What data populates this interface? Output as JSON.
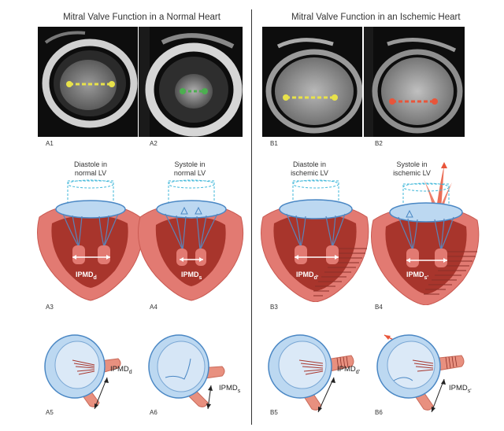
{
  "left": {
    "title": "Mitral Valve Function in a Normal Heart",
    "mri": [
      {
        "label": "A1",
        "marker_color": "#e8e24a"
      },
      {
        "label": "A2",
        "marker_color": "#4caf50"
      }
    ],
    "hearts": [
      {
        "label": "A3",
        "caption_line1": "Diastole in",
        "caption_line2": "normal LV",
        "ipmd_main": "IPMD",
        "ipmd_sub": "d"
      },
      {
        "label": "A4",
        "caption_line1": "Systole in",
        "caption_line2": "normal LV",
        "ipmd_main": "IPMD",
        "ipmd_sub": "s"
      }
    ],
    "valves": [
      {
        "label": "A5",
        "ipmd_main": "IPMD",
        "ipmd_sub": "d"
      },
      {
        "label": "A6",
        "ipmd_main": "IPMD",
        "ipmd_sub": "s"
      }
    ]
  },
  "right": {
    "title": "Mitral Valve Function in an Ischemic Heart",
    "mri": [
      {
        "label": "B1",
        "marker_color": "#e8e24a"
      },
      {
        "label": "B2",
        "marker_color": "#e8553a"
      }
    ],
    "hearts": [
      {
        "label": "B3",
        "caption_line1": "Diastole in",
        "caption_line2": "ischemic LV",
        "ipmd_main": "IPMD",
        "ipmd_sub": "d'"
      },
      {
        "label": "B4",
        "caption_line1": "Systole in",
        "caption_line2": "ischemic LV",
        "ipmd_main": "IPMD",
        "ipmd_sub": "s'"
      }
    ],
    "valves": [
      {
        "label": "B5",
        "ipmd_main": "IPMD",
        "ipmd_sub": "d'"
      },
      {
        "label": "B6",
        "ipmd_main": "IPMD",
        "ipmd_sub": "s'"
      }
    ]
  },
  "colors": {
    "heart_outer": "#e27a72",
    "heart_inner": "#a8352c",
    "valve_blue": "#bcd8f1",
    "valve_edge": "#4a87c4",
    "chord": "#5b84b8",
    "scar": "#8a2f28",
    "dashed_cyl": "#3fb7d9"
  }
}
